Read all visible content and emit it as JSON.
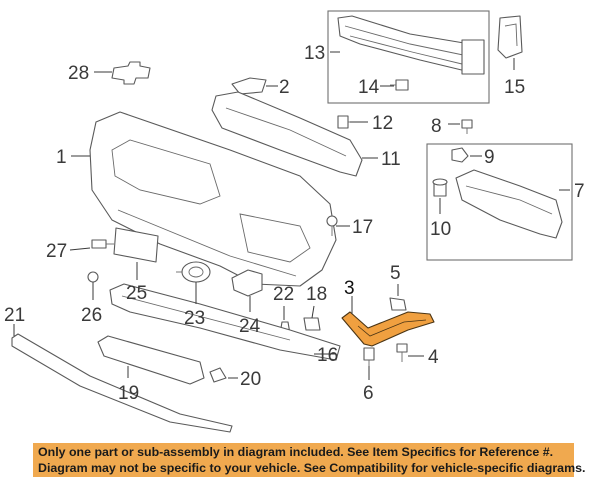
{
  "callouts": {
    "c1": "1",
    "c2": "2",
    "c3": "3",
    "c4": "4",
    "c5": "5",
    "c6": "6",
    "c7": "7",
    "c8": "8",
    "c9": "9",
    "c10": "10",
    "c11": "11",
    "c12": "12",
    "c13": "13",
    "c14": "14",
    "c15": "15",
    "c16": "16",
    "c17": "17",
    "c18": "18",
    "c19": "19",
    "c20": "20",
    "c21": "21",
    "c22": "22",
    "c23": "23",
    "c24": "24",
    "c25": "25",
    "c26": "26",
    "c27": "27",
    "c28": "28"
  },
  "highlight_color": "#f0a040",
  "banner": {
    "line1": "Only one part or sub-assembly in diagram included. See Item Specifics for Reference #.",
    "line2": "Diagram may not be specific to your vehicle. See Compatibility for vehicle-specific diagrams.",
    "background": "#f0a94f"
  }
}
